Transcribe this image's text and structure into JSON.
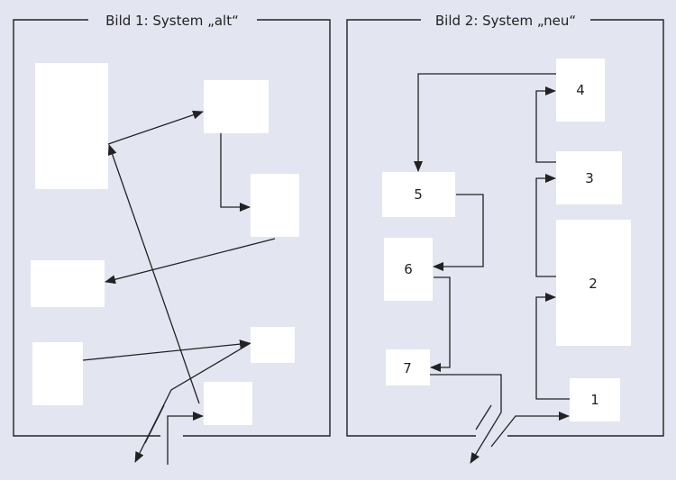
{
  "colors": {
    "background": "#e3e6f0",
    "box_fill": "#ffffff",
    "line": "#222222",
    "text": "#222222"
  },
  "panel_old": {
    "title": "Bild 1: System „alt“"
  },
  "panel_new": {
    "title": "Bild 2: System „neu“",
    "box_labels": [
      "1",
      "2",
      "3",
      "4",
      "5",
      "6",
      "7"
    ]
  }
}
